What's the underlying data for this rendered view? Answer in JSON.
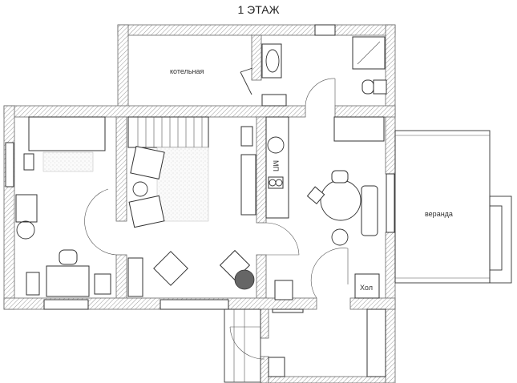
{
  "title": "1 ЭТАЖ",
  "rooms": {
    "boiler": "котельная",
    "veranda": "веранда",
    "hall": "Хол",
    "dishwasher": "МП"
  },
  "colors": {
    "wall_hatch": "#888888",
    "accent_fill": "#666666"
  }
}
